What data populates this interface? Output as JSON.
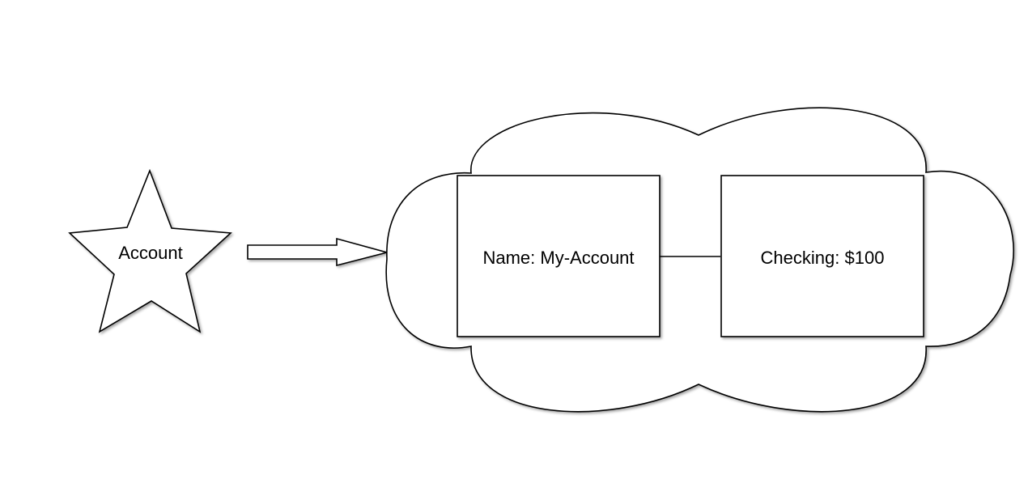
{
  "nodes": {
    "star": {
      "label": "Account"
    },
    "name_box": {
      "label": "Name: My-Account"
    },
    "checking_box": {
      "label": "Checking: $100"
    }
  },
  "colors": {
    "stroke": "#000000",
    "fill": "#ffffff",
    "text": "#000000"
  }
}
